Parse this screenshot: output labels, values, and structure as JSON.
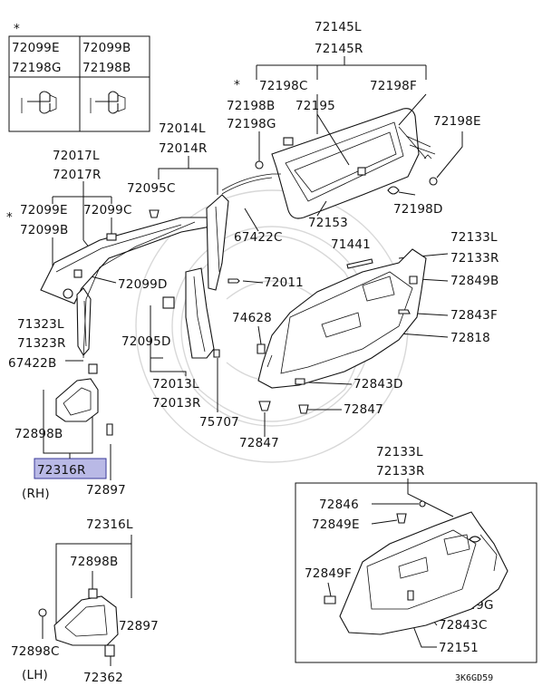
{
  "asterisk": "*",
  "callout_box": {
    "cells": [
      "72099E",
      "72099B",
      "72198G",
      "72198B"
    ]
  },
  "labels": {
    "p72145L": "72145L",
    "p72145R": "72145R",
    "p72198C": "72198C",
    "p72198B": "72198B",
    "p72198G": "72198G",
    "p72195": "72195",
    "p72198F": "72198F",
    "p72198E": "72198E",
    "p72198D": "72198D",
    "p72153": "72153",
    "p67422C": "67422C",
    "p71441": "71441",
    "p72014L": "72014L",
    "p72014R": "72014R",
    "p72017L": "72017L",
    "p72017R": "72017R",
    "p72095C": "72095C",
    "p72099E": "72099E",
    "p72099C": "72099C",
    "p72099B": "72099B",
    "p72099D": "72099D",
    "p72011": "72011",
    "p71323L": "71323L",
    "p71323R": "71323R",
    "p67422B": "67422B",
    "p72095D": "72095D",
    "p72013L": "72013L",
    "p72013R": "72013R",
    "p75707": "75707",
    "p74628": "74628",
    "p72133L": "72133L",
    "p72133R": "72133R",
    "p72849B": "72849B",
    "p72843F": "72843F",
    "p72818": "72818",
    "p72843D": "72843D",
    "p72847a": "72847",
    "p72847b": "72847",
    "p72898B": "72898B",
    "p72316R": "72316R",
    "pRH": "(RH)",
    "p72897": "72897",
    "p72316L": "72316L",
    "p72898B2": "72898B",
    "p72897b": "72897",
    "p72898C": "72898C",
    "pLH": "(LH)",
    "p72362": "72362",
    "p72133L2": "72133L",
    "p72133R2": "72133R",
    "p72846": "72846",
    "p72849E": "72849E",
    "p72849F": "72849F",
    "p72849G": "72849G",
    "p72843C": "72843C",
    "p72151": "72151",
    "code": "3K6GD59"
  },
  "colors": {
    "highlight": "#b9b9e6",
    "ink": "#111111"
  }
}
